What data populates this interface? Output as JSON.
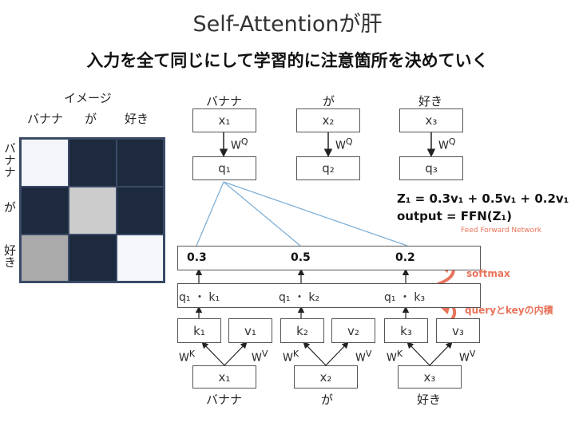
{
  "title": "Self-Attentionが肝",
  "subtitle": "入力を全て同じにして学習的に注意箇所を決めていく",
  "image_panel": {
    "header": "イメージ",
    "col_labels": [
      "バナナ",
      "が",
      "好き"
    ],
    "row_labels": [
      "バナナ",
      "が",
      "好き"
    ],
    "cell_colors": [
      [
        "#f3f5fa",
        "#1d2a3d",
        "#1d2a3d"
      ],
      [
        "#1d2a3d",
        "#cccccc",
        "#1d2a3d"
      ],
      [
        "#aaaaaa",
        "#1d2a3d",
        "#f5f7fb"
      ]
    ]
  },
  "tokens": [
    "バナナ",
    "が",
    "好き"
  ],
  "inputs": [
    "x₁",
    "x₂",
    "x₃"
  ],
  "queries": [
    "q₁",
    "q₂",
    "q₃"
  ],
  "keys": [
    "k₁",
    "k₂",
    "k₃"
  ],
  "values": [
    "v₁",
    "v₂",
    "v₃"
  ],
  "weights": {
    "q": "W",
    "q_sup": "Q",
    "k": "W",
    "k_sup": "K",
    "v": "W",
    "v_sup": "V"
  },
  "dot_products": [
    "q₁ ・ k₁",
    "q₁ ・ k₂",
    "q₁ ・ k₃"
  ],
  "softmax_scores": [
    "0.3",
    "0.5",
    "0.2"
  ],
  "formula_z": "Z₁ = 0.3v₁ + 0.5v₁ + 0.2v₁",
  "formula_output": "output = FFN(Z₁)",
  "ffn_note": "Feed Forward Network",
  "softmax_label": "softmax",
  "query_key_label": "queryとkeyの内積",
  "colors": {
    "accent": "#e8735a",
    "dark_cell": "#1d2a3d",
    "line_blue": "#7fb0d8"
  }
}
